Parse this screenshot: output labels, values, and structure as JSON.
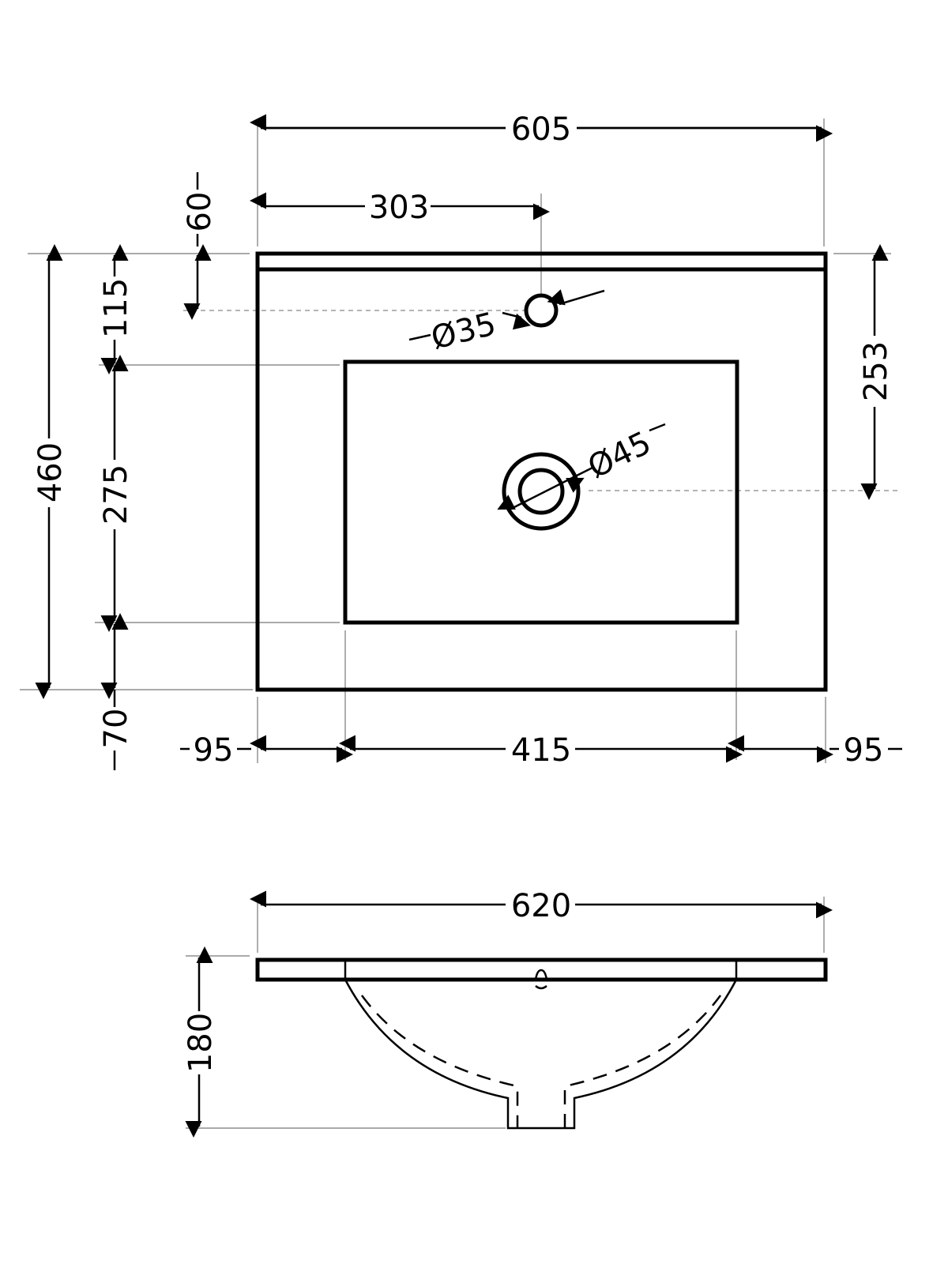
{
  "drawing": {
    "top_view": {
      "overall_width": "605",
      "tap_offset": "303",
      "tap_from_back": "60",
      "overall_depth": "460",
      "back_margin": "115",
      "basin_depth": "275",
      "front_margin": "70",
      "waste_from_back": "253",
      "left_margin": "95",
      "basin_width": "415",
      "right_margin": "95",
      "tap_hole_diameter": "Ø35",
      "waste_diameter": "Ø45"
    },
    "side_view": {
      "overall_width": "620",
      "height": "180"
    }
  }
}
